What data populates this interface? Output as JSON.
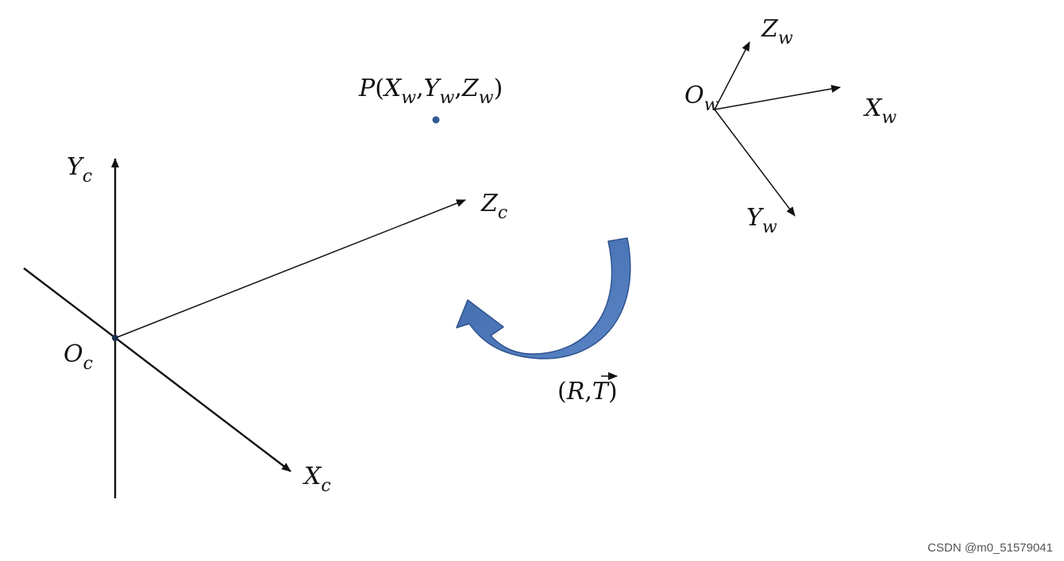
{
  "camera_frame": {
    "origin": {
      "base": "O",
      "sub": "c"
    },
    "x_axis": {
      "base": "X",
      "sub": "c"
    },
    "y_axis": {
      "base": "Y",
      "sub": "c"
    },
    "z_axis": {
      "base": "Z",
      "sub": "c"
    }
  },
  "world_frame": {
    "origin": {
      "base": "O",
      "sub": "w"
    },
    "x_axis": {
      "base": "X",
      "sub": "w"
    },
    "y_axis": {
      "base": "Y",
      "sub": "w"
    },
    "z_axis": {
      "base": "Z",
      "sub": "w"
    }
  },
  "point": {
    "name": "P",
    "open": "(",
    "comma": ",",
    "close": ")",
    "coord_x": {
      "base": "X",
      "sub": "w"
    },
    "coord_y": {
      "base": "Y",
      "sub": "w"
    },
    "coord_z": {
      "base": "Z",
      "sub": "w"
    }
  },
  "transform": {
    "open": "(",
    "r": "R",
    "comma": ",",
    "t": "T",
    "close": ")",
    "vector_mark": "⃗"
  },
  "watermark": "CSDN @m0_51579041",
  "colors": {
    "arrow_fill": "#4a74b4",
    "arrow_stroke": "#2f528f",
    "point": "#2e5a92",
    "line": "#111111"
  }
}
